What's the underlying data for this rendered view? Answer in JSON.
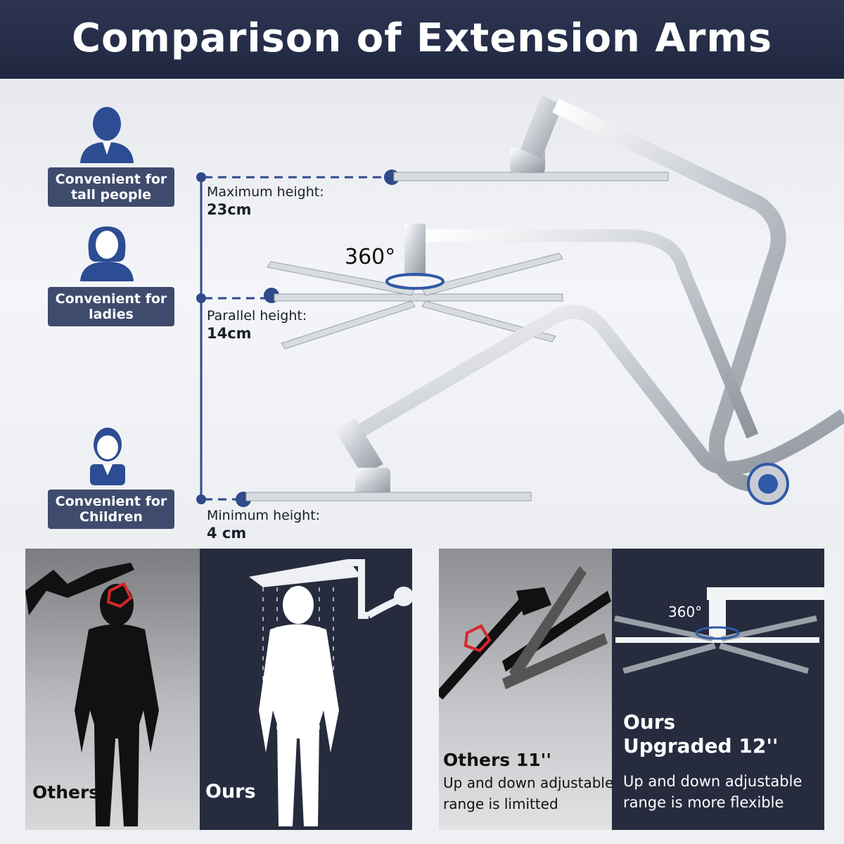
{
  "header": {
    "title": "Comparison of Extension Arms"
  },
  "users": [
    {
      "line1": "Convenient for",
      "line2": "tall people",
      "icon": "man-icon"
    },
    {
      "line1": "Convenient for",
      "line2": "ladies",
      "icon": "woman-icon"
    },
    {
      "line1": "Convenient for",
      "line2": "Children",
      "icon": "child-icon"
    }
  ],
  "heights": [
    {
      "label": "Maximum height:",
      "value": "23cm"
    },
    {
      "label": "Parallel height:",
      "value": "14cm"
    },
    {
      "label": "Minimum height:",
      "value": "4 cm"
    }
  ],
  "rotation_label": "360°",
  "comparison_left": {
    "others": "Others",
    "ours": "Ours"
  },
  "comparison_right": {
    "others_title": "Others 11''",
    "others_desc_1": "Up and down adjustable",
    "others_desc_2": "range is limitted",
    "ours_title_1": "Ours",
    "ours_title_2": "Upgraded 12''",
    "ours_desc_1": "Up and down adjustable",
    "ours_desc_2": "range is more flexible",
    "rotation_label": "360°"
  },
  "colors": {
    "navy": "#2d3552",
    "accent_blue": "#2e5aa8",
    "chrome": "#c9ccd3",
    "warning_red": "#d8262a"
  }
}
